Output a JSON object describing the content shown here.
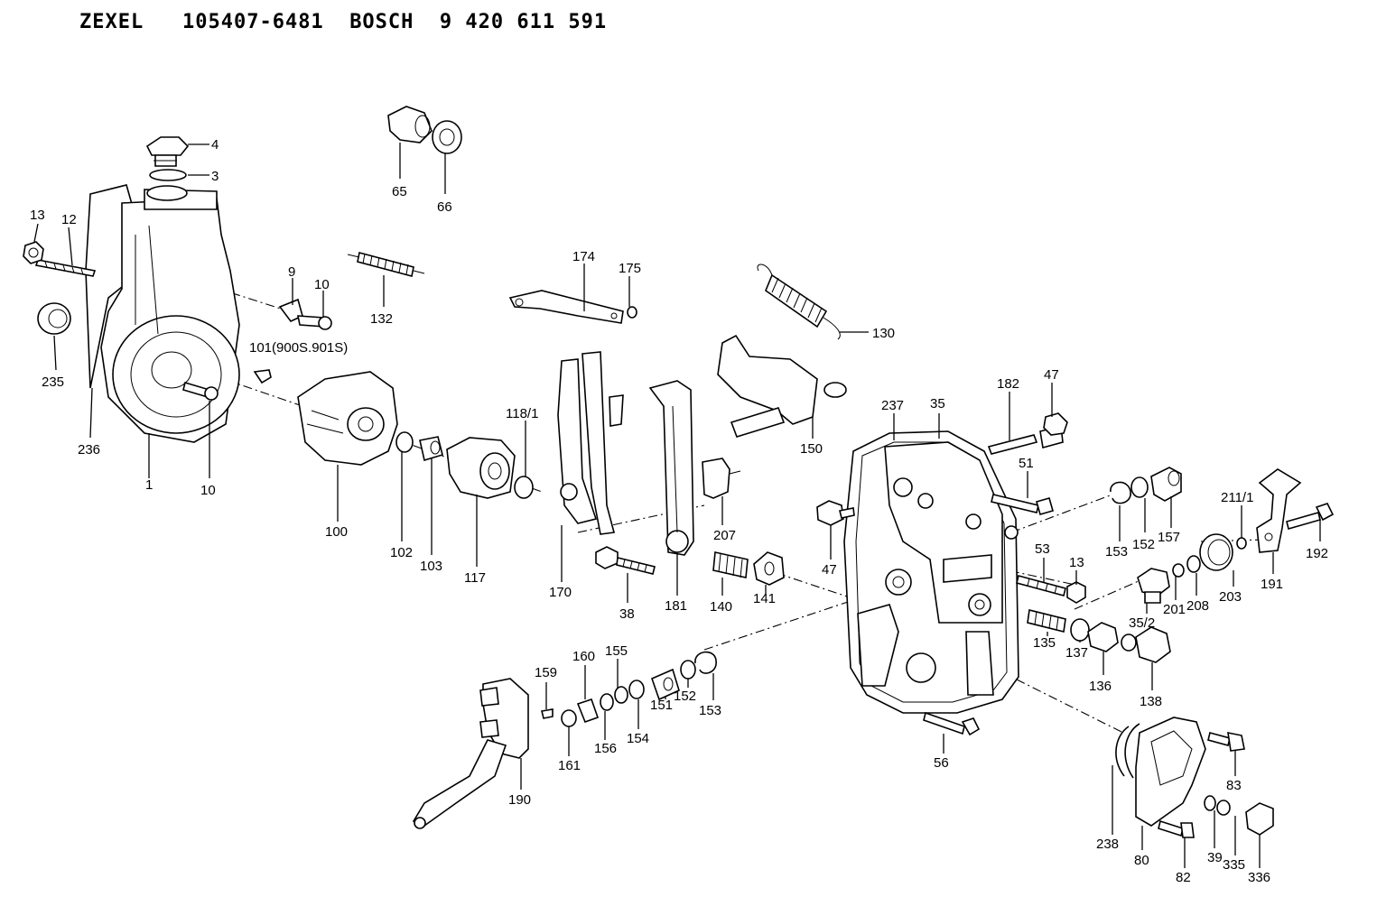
{
  "header": {
    "brand1": "ZEXEL",
    "part_no1": "105407-6481",
    "brand2": "BOSCH",
    "part_no2": "9 420 611 591"
  },
  "labels": {
    "l4": "4",
    "l3": "3",
    "l13a": "13",
    "l12": "12",
    "l235": "235",
    "l236": "236",
    "l1": "1",
    "l10a": "10",
    "l9": "9",
    "l10b": "10",
    "l101": "101(900S.901S)",
    "l65": "65",
    "l66": "66",
    "l132": "132",
    "l100": "100",
    "l102": "102",
    "l103": "103",
    "l117": "117",
    "l118_1": "118/1",
    "l174": "174",
    "l175": "175",
    "l170": "170",
    "l38": "38",
    "l181": "181",
    "l207": "207",
    "l140": "140",
    "l141": "141",
    "l130": "130",
    "l150": "150",
    "l182": "182",
    "l47a": "47",
    "l237": "237",
    "l35": "35",
    "l51": "51",
    "l47b": "47",
    "l53": "53",
    "l13b": "13",
    "l153a": "153",
    "l152a": "152",
    "l157": "157",
    "l211_1": "211/1",
    "l192": "192",
    "l203": "203",
    "l191": "191",
    "l35_2": "35/2",
    "l201": "201",
    "l208": "208",
    "l135": "135",
    "l137": "137",
    "l136": "136",
    "l138": "138",
    "l159": "159",
    "l160": "160",
    "l155": "155",
    "l161": "161",
    "l156": "156",
    "l154": "154",
    "l151": "151",
    "l152b": "152",
    "l153b": "153",
    "l190": "190",
    "l56": "56",
    "l238": "238",
    "l80": "80",
    "l83": "83",
    "l82": "82",
    "l39": "39",
    "l335": "335",
    "l336": "336"
  }
}
